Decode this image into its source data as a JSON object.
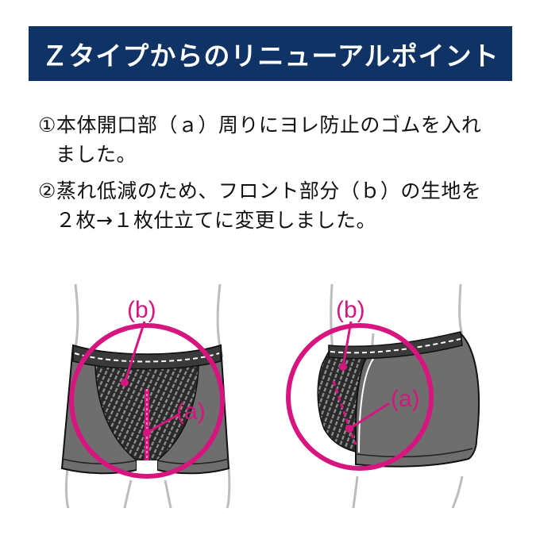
{
  "banner": {
    "title": "Ｚタイプからのリニューアルポイント",
    "background_color": "#0f3365",
    "text_color": "#ffffff"
  },
  "points": [
    {
      "number": "①",
      "line1": "①本体開口部（ａ）周りにヨレ防止のゴムを入れ",
      "line2": "ました。"
    },
    {
      "number": "②",
      "line1": "②蒸れ低減のため、フロント部分（ｂ）の生地を",
      "line2": "２枚→１枚仕立てに変更しました。"
    }
  ],
  "illustrations": {
    "front_view": {
      "label_b": "(b)",
      "label_a": "(a)"
    },
    "side_view": {
      "label_b": "(b)",
      "label_a": "(a)"
    },
    "highlight_color": "#d6157f",
    "garment_color": "#6e6e6e",
    "waistband_color": "#3a3a3a"
  }
}
